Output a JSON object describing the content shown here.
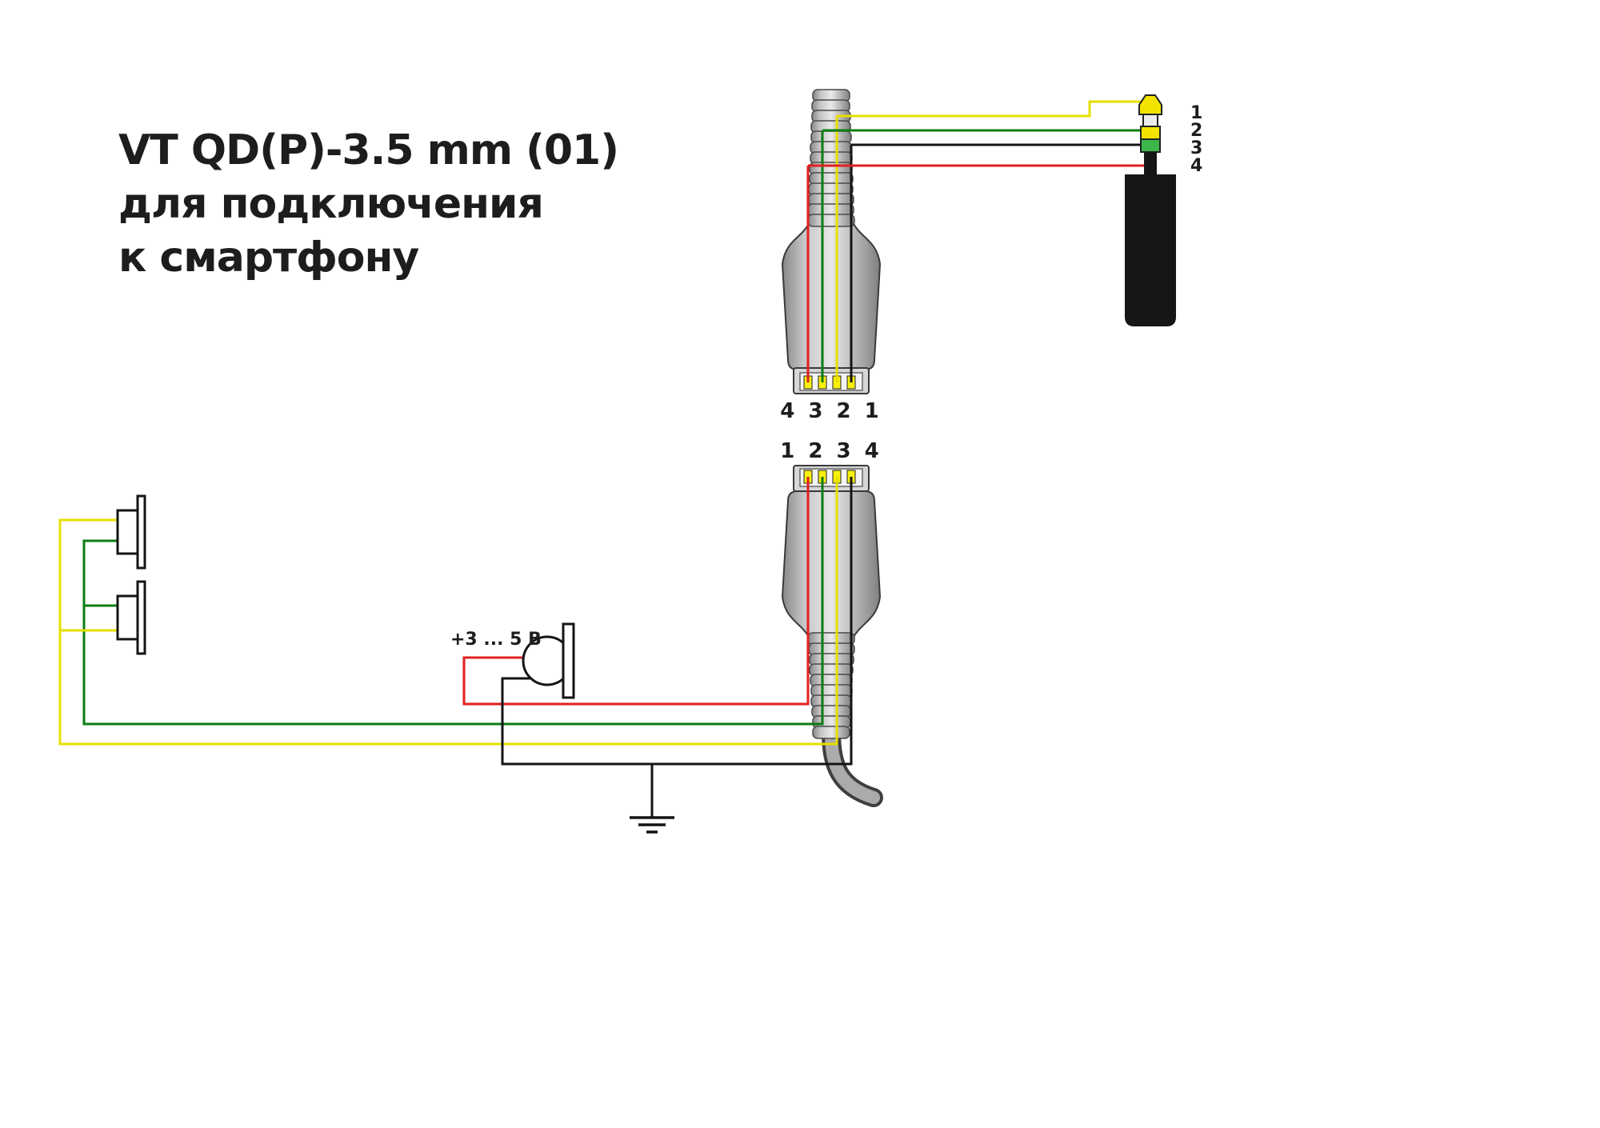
{
  "title": {
    "lines": [
      "VT QD(P)-3.5 mm (01)",
      "для подключения",
      "к смартфону"
    ]
  },
  "connectors": {
    "top_qd": {
      "pin_row_label": "4 3 2 1",
      "wiring": {
        "pin4": "red",
        "pin3": "green",
        "pin2": "yellow",
        "pin1": "black"
      }
    },
    "bottom_qd": {
      "pin_row_label": "1 2 3 4",
      "wiring": {
        "pin1": "red",
        "pin2": "green",
        "pin3": "yellow",
        "pin4": "black"
      }
    }
  },
  "jack": {
    "pins": [
      "1",
      "2",
      "3",
      "4"
    ],
    "wiring": {
      "1": "yellow",
      "2": "green",
      "3": "black",
      "4": "red"
    }
  },
  "microphone": {
    "voltage_label": "+3 ... 5 В"
  },
  "speakers": {
    "count": 2,
    "wire_colors": [
      "yellow",
      "green"
    ]
  },
  "colors": {
    "wire_yellow": "#e6df00",
    "wire_green": "#0e7c12",
    "wire_red": "#e01f1f",
    "wire_black": "#141414",
    "pin_yellow": "#f7ef0e",
    "jack_gold": "#f2e400",
    "jack_green": "#3cb54a"
  }
}
